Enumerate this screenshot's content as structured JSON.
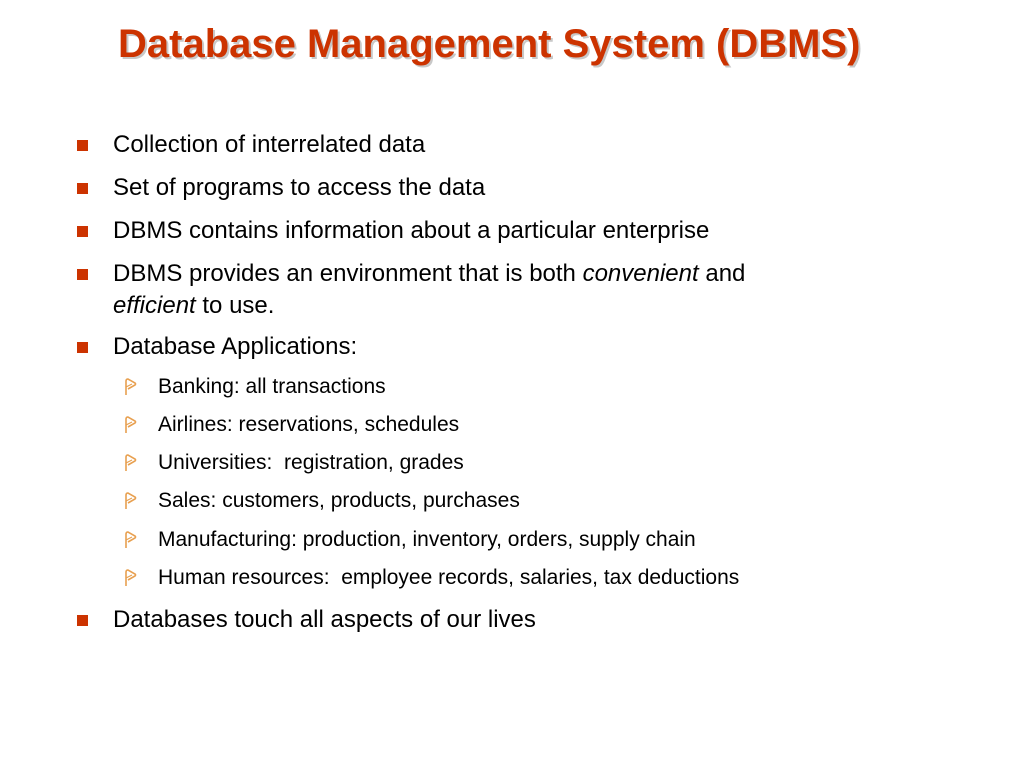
{
  "slide": {
    "title": "Database Management System (DBMS)",
    "accent_color": "#cc3300",
    "bullets": [
      {
        "text": "Collection of interrelated data"
      },
      {
        "text": "Set of programs to access the data"
      },
      {
        "text": "DBMS contains information about a particular enterprise"
      },
      {
        "part1": "DBMS provides an environment that is both ",
        "italic1": "convenient",
        "part2": " and",
        "italic2": "efficient",
        "part3": " to use."
      },
      {
        "text": "Database Applications:",
        "sub_items": [
          "Banking: all transactions",
          "Airlines: reservations, schedules",
          "Universities:  registration, grades",
          "Sales: customers, products, purchases",
          "Manufacturing: production, inventory, orders, supply chain",
          "Human resources:  employee records, salaries, tax deductions"
        ]
      },
      {
        "text": "Databases touch all aspects of our lives"
      }
    ],
    "icons": {
      "level1_bullet": "square-bullet-icon",
      "level2_bullet": "leaf-bullet-icon"
    }
  }
}
